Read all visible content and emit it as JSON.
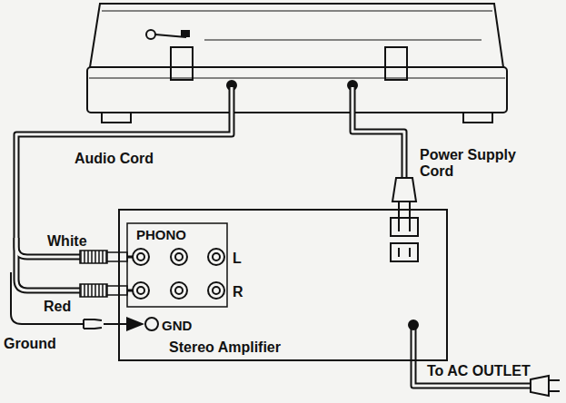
{
  "diagram": {
    "nodes": [
      {
        "text": [
          "PHONO",
          "L",
          "R",
          "GND",
          "Stereo Amplifier"
        ]
      }
    ],
    "labels": [
      "Audio Cord",
      "Power Supply Cord",
      "White",
      "Red",
      "Ground",
      "To AC OUTLET"
    ]
  }
}
